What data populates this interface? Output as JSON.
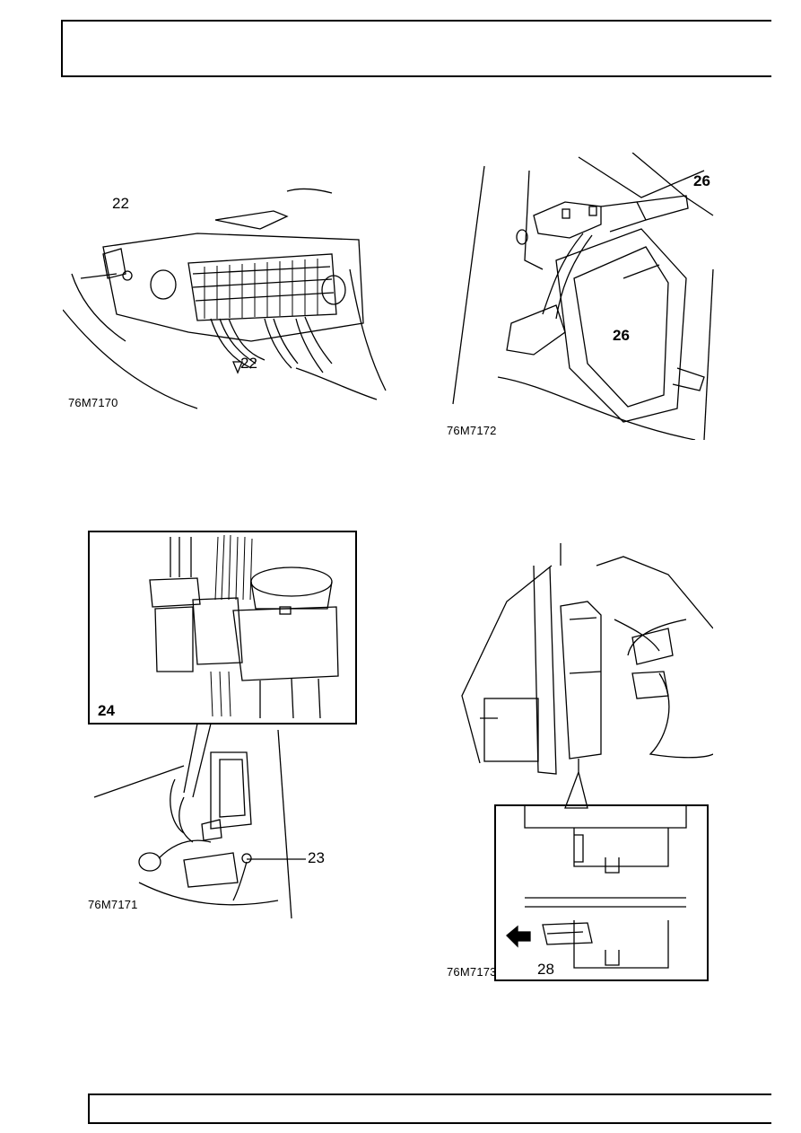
{
  "figures": [
    {
      "code": "76M7170",
      "callouts": [
        "22",
        "22"
      ]
    },
    {
      "code": "76M7172",
      "callouts": [
        "26",
        "26"
      ]
    },
    {
      "code": "76M7171",
      "callouts": [
        "24",
        "23"
      ]
    },
    {
      "code": "76M7173",
      "callouts": [
        "28"
      ]
    }
  ]
}
